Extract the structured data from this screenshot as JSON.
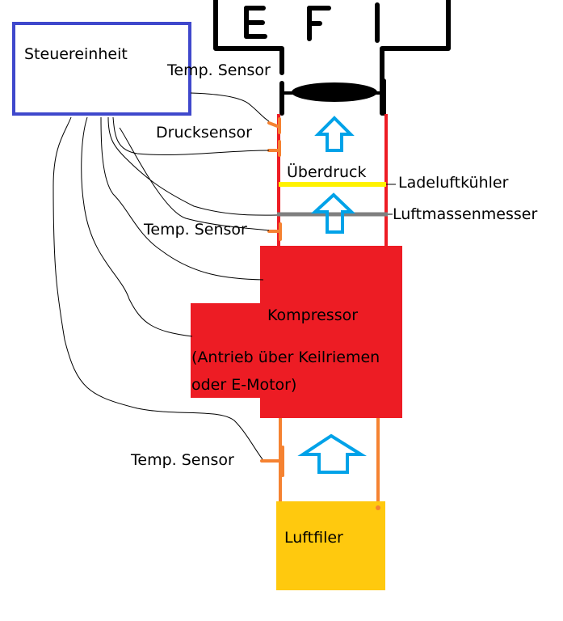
{
  "colors": {
    "control_unit_border": "#3f48cc",
    "intake_pipe_upper": "#ed1c24",
    "intake_pipe_lower": "#f58231",
    "sensor_tab": "#f58231",
    "compressor_fill": "#ed1c24",
    "air_filter_fill": "#ffc90e",
    "flow_arrow": "#00a2e8",
    "intercooler_line": "#fff200",
    "air_mass_meter_line": "#7f7f7f",
    "engine_outline": "#000000",
    "wire": "#000000"
  },
  "engine": {
    "letters": [
      "E",
      "F",
      "I"
    ]
  },
  "control_unit": {
    "label": "Steuereinheit"
  },
  "sensors": {
    "temp_top": "Temp. Sensor",
    "pressure": "Drucksensor",
    "temp_mid": "Temp. Sensor",
    "temp_bottom": "Temp. Sensor"
  },
  "zones": {
    "boost": "Überdruck"
  },
  "components": {
    "intercooler": "Ladeluftkühler",
    "air_mass_meter": "Luftmassenmesser",
    "compressor": "Kompressor",
    "compressor_drive_line1": "(Antrieb über Keilriemen",
    "compressor_drive_line2": "oder E-Motor)",
    "air_filter": "Luftfiler"
  },
  "icons": {
    "flow_arrows": [
      "flow-arrow-up",
      "flow-arrow-up",
      "flow-arrow-up"
    ],
    "throttle": "throttle-valve"
  }
}
